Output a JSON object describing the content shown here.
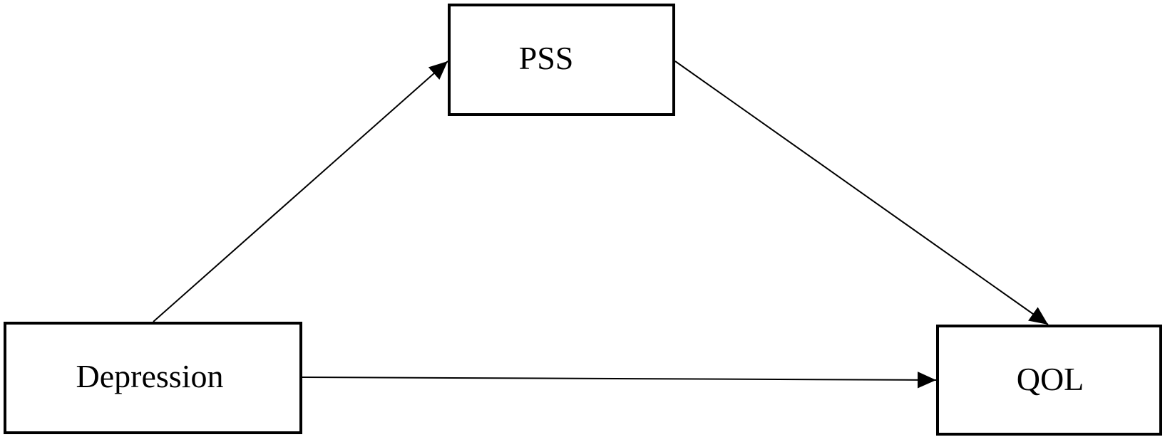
{
  "diagram": {
    "nodes": {
      "pss": {
        "label": "PSS"
      },
      "depression": {
        "label": "Depression"
      },
      "qol": {
        "label": "QOL"
      }
    },
    "edges": [
      {
        "from": "depression",
        "to": "pss"
      },
      {
        "from": "pss",
        "to": "qol"
      },
      {
        "from": "depression",
        "to": "qol"
      }
    ],
    "colors": {
      "stroke": "#000000",
      "background": "#ffffff"
    }
  }
}
